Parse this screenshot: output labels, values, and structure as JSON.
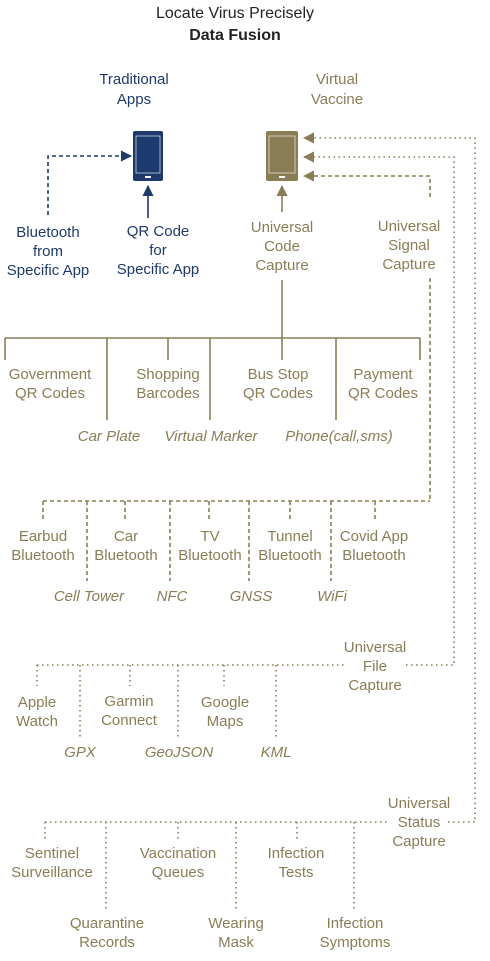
{
  "title": "Locate Virus Precisely",
  "subtitle": "Data Fusion",
  "colors": {
    "traditional": "#1d3a6e",
    "virtual": "#8a7d55"
  },
  "traditional": {
    "label": [
      "Traditional",
      "Apps"
    ],
    "bluetooth": [
      "Bluetooth",
      "from",
      "Specific App"
    ],
    "qr": [
      "QR Code",
      "for",
      "Specific App"
    ]
  },
  "virtual": {
    "label": [
      "Virtual",
      "Vaccine"
    ],
    "code_capture": [
      "Universal",
      "Code",
      "Capture"
    ],
    "signal_capture": [
      "Universal",
      "Signal",
      "Capture"
    ],
    "file_capture": [
      "Universal",
      "File",
      "Capture"
    ],
    "status_capture": [
      "Universal",
      "Status",
      "Capture"
    ]
  },
  "code_sources": {
    "top": [
      [
        "Government",
        "QR Codes"
      ],
      [
        "Shopping",
        "Barcodes"
      ],
      [
        "Bus Stop",
        "QR Codes"
      ],
      [
        "Payment",
        "QR Codes"
      ]
    ],
    "bottom": [
      "Car Plate",
      "Virtual Marker",
      "Phone(call,sms)"
    ]
  },
  "signal_sources": {
    "top": [
      [
        "Earbud",
        "Bluetooth"
      ],
      [
        "Car",
        "Bluetooth"
      ],
      [
        "TV",
        "Bluetooth"
      ],
      [
        "Tunnel",
        "Bluetooth"
      ],
      [
        "Covid App",
        "Bluetooth"
      ]
    ],
    "bottom": [
      "Cell Tower",
      "NFC",
      "GNSS",
      "WiFi"
    ]
  },
  "file_sources": {
    "top": [
      [
        "Apple",
        "Watch"
      ],
      [
        "Garmin",
        "Connect"
      ],
      [
        "Google",
        "Maps"
      ]
    ],
    "bottom": [
      "GPX",
      "GeoJSON",
      "KML"
    ]
  },
  "status_sources": {
    "top": [
      [
        "Sentinel",
        "Surveillance"
      ],
      [
        "Vaccination",
        "Queues"
      ],
      [
        "Infection",
        "Tests"
      ]
    ],
    "bottom": [
      [
        "Quarantine",
        "Records"
      ],
      [
        "Wearing",
        "Mask"
      ],
      [
        "Infection",
        "Symptoms"
      ]
    ]
  }
}
